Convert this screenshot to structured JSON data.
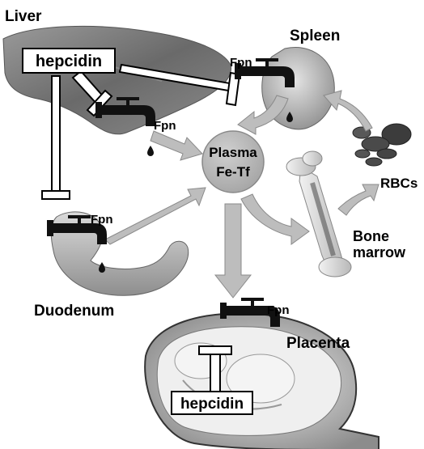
{
  "labels": {
    "liver": "Liver",
    "spleen": "Spleen",
    "duodenum": "Duodenum",
    "placenta": "Placenta",
    "plasma_line1": "Plasma",
    "plasma_line2": "Fe-Tf",
    "rbcs": "RBCs",
    "bone_line1": "Bone",
    "bone_line2": "marrow",
    "hepcidin_liver": "hepcidin",
    "hepcidin_placenta": "hepcidin",
    "fpn_liver": "Fpn",
    "fpn_spleen": "Fpn",
    "fpn_duodenum": "Fpn",
    "fpn_placenta": "Fpn"
  },
  "icons": [
    "faucet-icon",
    "inhibition-bar-icon",
    "flow-arrow-icon",
    "iron-drop-icon"
  ],
  "colors": {
    "arrow_fill": "#bdbdbd",
    "arrow_stroke": "#8a8a8a",
    "plasma_fill": "#b9b9b9",
    "organ_dark": "#6e6e6e",
    "organ_light": "#c4c4c4",
    "rbc": "#3c3c3c"
  }
}
